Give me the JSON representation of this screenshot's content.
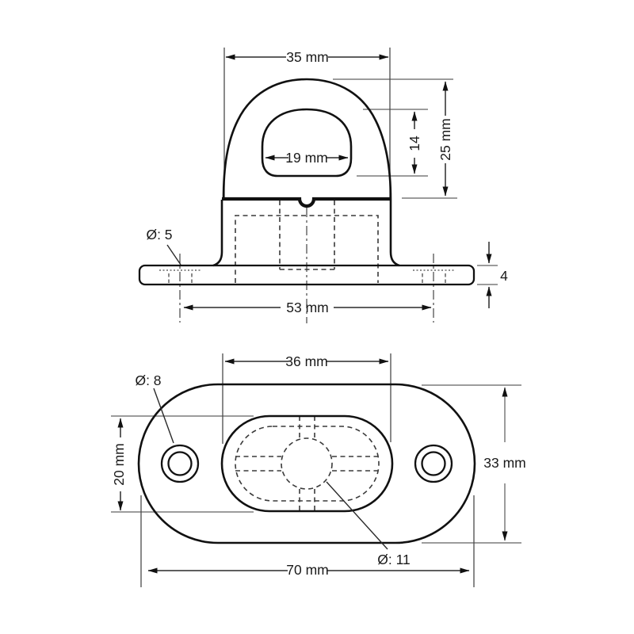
{
  "front_view": {
    "labels": {
      "loop_width": "35 mm",
      "opening_width": "19 mm",
      "opening_height": "14",
      "loop_height": "25 mm",
      "hole_diameter": "Ø: 5",
      "hole_spacing": "53 mm",
      "plate_thickness": "4"
    }
  },
  "plan_view": {
    "labels": {
      "pocket_width": "36 mm",
      "hole_diameter": "Ø: 8",
      "pocket_height": "20 mm",
      "overall_width": "33 mm",
      "overall_length": "70 mm",
      "center_hole_diameter": "Ø: 11"
    }
  },
  "colors": {
    "background": "#ffffff",
    "object_line": "#111111",
    "hidden_line": "#3a3a3a",
    "extension_line": "#8e8e8e",
    "dimension_line": "#2a2a2a"
  }
}
